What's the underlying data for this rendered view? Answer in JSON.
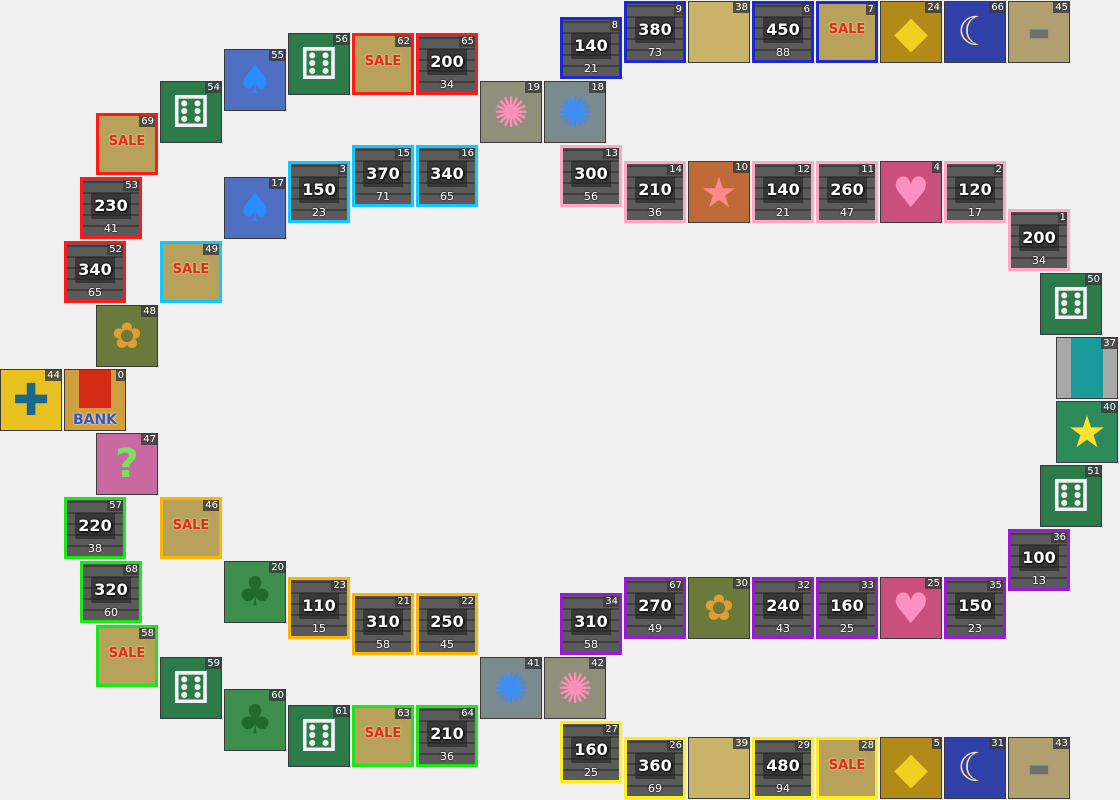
{
  "board": {
    "district_colors": {
      "red": "#ff1a1a",
      "cyan": "#10c8ff",
      "blue": "#1a2ad0",
      "pink": "#ffa6c4",
      "purple": "#9a1ad0",
      "yellow": "#ffec1a",
      "orange": "#ffb400",
      "green": "#1ae61a"
    },
    "squares": [
      {
        "index": "62",
        "kind": "sale",
        "district": "red",
        "label": "SALE"
      },
      {
        "index": "65",
        "kind": "shop",
        "district": "red",
        "price": "200",
        "rent": "34"
      },
      {
        "index": "55",
        "kind": "spade",
        "icon": "spade-icon"
      },
      {
        "index": "56",
        "kind": "dice",
        "icon": "dice-icon"
      },
      {
        "index": "54",
        "kind": "dice",
        "icon": "dice-icon"
      },
      {
        "index": "69",
        "kind": "sale",
        "district": "red",
        "label": "SALE"
      },
      {
        "index": "53",
        "kind": "shop",
        "district": "red",
        "price": "230",
        "rent": "41"
      },
      {
        "index": "52",
        "kind": "shop",
        "district": "red",
        "price": "340",
        "rent": "65"
      },
      {
        "index": "17",
        "kind": "spade",
        "icon": "spade-icon"
      },
      {
        "index": "3",
        "kind": "shop",
        "district": "cyan",
        "price": "150",
        "rent": "23"
      },
      {
        "index": "15",
        "kind": "shop",
        "district": "cyan",
        "price": "370",
        "rent": "71"
      },
      {
        "index": "16",
        "kind": "shop",
        "district": "cyan",
        "price": "340",
        "rent": "65"
      },
      {
        "index": "49",
        "kind": "sale",
        "district": "cyan",
        "label": "SALE"
      },
      {
        "index": "48",
        "kind": "gems",
        "icon": "gem-bag-icon"
      },
      {
        "index": "44",
        "kind": "cross",
        "icon": "cross-icon"
      },
      {
        "index": "0",
        "kind": "bank",
        "label": "BANK"
      },
      {
        "index": "47",
        "kind": "question",
        "icon": "question-icon"
      },
      {
        "index": "19",
        "kind": "vortex-pink",
        "icon": "vortex-icon"
      },
      {
        "index": "18",
        "kind": "vortex-blue",
        "icon": "vortex-icon"
      },
      {
        "index": "8",
        "kind": "shop",
        "district": "blue",
        "price": "140",
        "rent": "21"
      },
      {
        "index": "9",
        "kind": "shop",
        "district": "blue",
        "price": "380",
        "rent": "73"
      },
      {
        "index": "38",
        "kind": "sand",
        "icon": "blank-space-icon"
      },
      {
        "index": "6",
        "kind": "shop",
        "district": "blue",
        "price": "450",
        "rent": "88"
      },
      {
        "index": "7",
        "kind": "sale",
        "district": "blue",
        "label": "SALE"
      },
      {
        "index": "24",
        "kind": "diamond",
        "icon": "diamond-icon"
      },
      {
        "index": "66",
        "kind": "moon",
        "icon": "moon-icon"
      },
      {
        "index": "45",
        "kind": "warp",
        "icon": "stepping-stones-icon"
      },
      {
        "index": "13",
        "kind": "shop",
        "district": "pink",
        "price": "300",
        "rent": "56"
      },
      {
        "index": "14",
        "kind": "shop",
        "district": "pink",
        "price": "210",
        "rent": "36"
      },
      {
        "index": "10",
        "kind": "star-face",
        "icon": "star-face-icon"
      },
      {
        "index": "12",
        "kind": "shop",
        "district": "pink",
        "price": "140",
        "rent": "21"
      },
      {
        "index": "11",
        "kind": "shop",
        "district": "pink",
        "price": "260",
        "rent": "47"
      },
      {
        "index": "4",
        "kind": "heart",
        "icon": "heart-icon"
      },
      {
        "index": "2",
        "kind": "shop",
        "district": "pink",
        "price": "120",
        "rent": "17"
      },
      {
        "index": "1",
        "kind": "shop",
        "district": "pink",
        "price": "200",
        "rent": "34"
      },
      {
        "index": "50",
        "kind": "dice",
        "icon": "dice-icon"
      },
      {
        "index": "37",
        "kind": "pillar",
        "icon": "pillar-icon"
      },
      {
        "index": "40",
        "kind": "star",
        "icon": "star-icon"
      },
      {
        "index": "51",
        "kind": "dice",
        "icon": "dice-icon"
      },
      {
        "index": "36",
        "kind": "shop",
        "district": "purple",
        "price": "100",
        "rent": "13"
      },
      {
        "index": "34",
        "kind": "shop",
        "district": "purple",
        "price": "310",
        "rent": "58"
      },
      {
        "index": "67",
        "kind": "shop",
        "district": "purple",
        "price": "270",
        "rent": "49"
      },
      {
        "index": "30",
        "kind": "gems",
        "icon": "gem-bag-icon"
      },
      {
        "index": "32",
        "kind": "shop",
        "district": "purple",
        "price": "240",
        "rent": "43"
      },
      {
        "index": "33",
        "kind": "shop",
        "district": "purple",
        "price": "160",
        "rent": "25"
      },
      {
        "index": "25",
        "kind": "heart",
        "icon": "heart-icon"
      },
      {
        "index": "35",
        "kind": "shop",
        "district": "purple",
        "price": "150",
        "rent": "23"
      },
      {
        "index": "57",
        "kind": "shop",
        "district": "green",
        "price": "220",
        "rent": "38"
      },
      {
        "index": "68",
        "kind": "shop",
        "district": "green",
        "price": "320",
        "rent": "60"
      },
      {
        "index": "58",
        "kind": "sale",
        "district": "green",
        "label": "SALE"
      },
      {
        "index": "46",
        "kind": "sale",
        "district": "orange",
        "label": "SALE"
      },
      {
        "index": "20",
        "kind": "club",
        "icon": "club-icon"
      },
      {
        "index": "23",
        "kind": "shop",
        "district": "orange",
        "price": "110",
        "rent": "15"
      },
      {
        "index": "21",
        "kind": "shop",
        "district": "orange",
        "price": "310",
        "rent": "58"
      },
      {
        "index": "22",
        "kind": "shop",
        "district": "orange",
        "price": "250",
        "rent": "45"
      },
      {
        "index": "59",
        "kind": "dice",
        "icon": "dice-icon"
      },
      {
        "index": "60",
        "kind": "club",
        "icon": "club-icon"
      },
      {
        "index": "61",
        "kind": "dice",
        "icon": "dice-icon"
      },
      {
        "index": "63",
        "kind": "sale",
        "district": "green",
        "label": "SALE"
      },
      {
        "index": "64",
        "kind": "shop",
        "district": "green",
        "price": "210",
        "rent": "36"
      },
      {
        "index": "41",
        "kind": "vortex-blue",
        "icon": "vortex-icon"
      },
      {
        "index": "42",
        "kind": "vortex-pink",
        "icon": "vortex-icon"
      },
      {
        "index": "27",
        "kind": "shop",
        "district": "yellow",
        "price": "160",
        "rent": "25"
      },
      {
        "index": "26",
        "kind": "shop",
        "district": "yellow",
        "price": "360",
        "rent": "69"
      },
      {
        "index": "39",
        "kind": "sand",
        "icon": "blank-space-icon"
      },
      {
        "index": "29",
        "kind": "shop",
        "district": "yellow",
        "price": "480",
        "rent": "94"
      },
      {
        "index": "28",
        "kind": "sale",
        "district": "yellow",
        "label": "SALE"
      },
      {
        "index": "5",
        "kind": "diamond",
        "icon": "diamond-icon"
      },
      {
        "index": "31",
        "kind": "moon",
        "icon": "moon-icon"
      },
      {
        "index": "43",
        "kind": "warp",
        "icon": "stepping-stones-icon"
      }
    ]
  }
}
